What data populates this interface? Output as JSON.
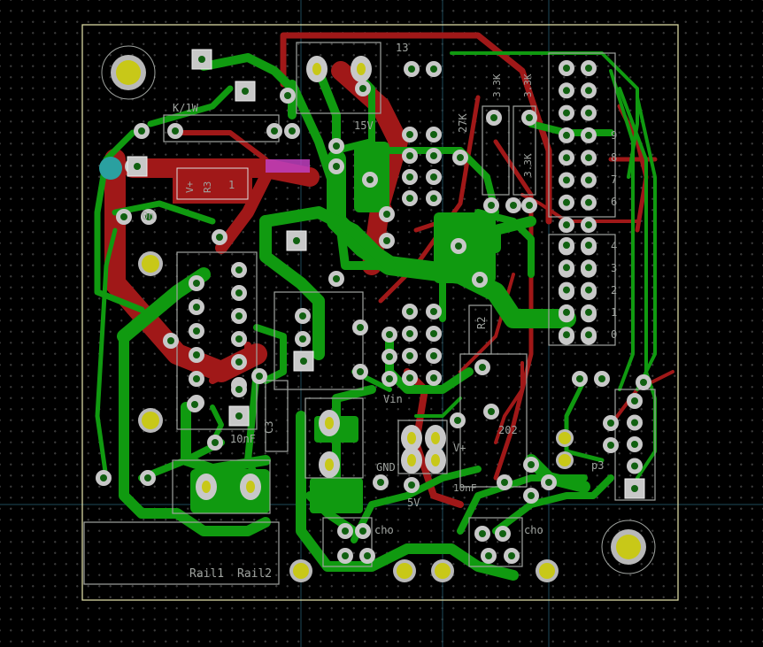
{
  "app": {
    "name": "PCB layout editor"
  },
  "colors": {
    "background": "#000000",
    "front_copper": "#a01818",
    "back_copper": "#109a10",
    "pad": "#c8c8c8",
    "via_hole": "#c8c818",
    "silkscreen": "#9fa39f",
    "board_edge": "#d8d6a0",
    "selection": "#c040c0"
  },
  "labels": {
    "l13": "13",
    "rating": "K/1W",
    "l15v": "15V",
    "l27k": "27K",
    "l33k_a": "3.3K",
    "l33k_b": "3.3K",
    "l33k_c": "3.3K",
    "r3": "R3",
    "one": "1",
    "vplus": "V+",
    "on": "0n",
    "c3": "C3",
    "nf10": "10nF",
    "nf10b": "10nF",
    "r2": "R2",
    "vin": "Vin",
    "gnd": "GND",
    "v5": "5V",
    "vplus2": "V+",
    "p202": "202",
    "p3": "p3",
    "cho_a": "cho",
    "cho_b": "cho",
    "rail1": "Rail1",
    "rail2": "Rail2",
    "n9": "9",
    "n8": "8",
    "n7": "7",
    "n6": "6",
    "n4": "4",
    "n3": "3",
    "n2": "2",
    "n1": "1",
    "n0": "0"
  }
}
